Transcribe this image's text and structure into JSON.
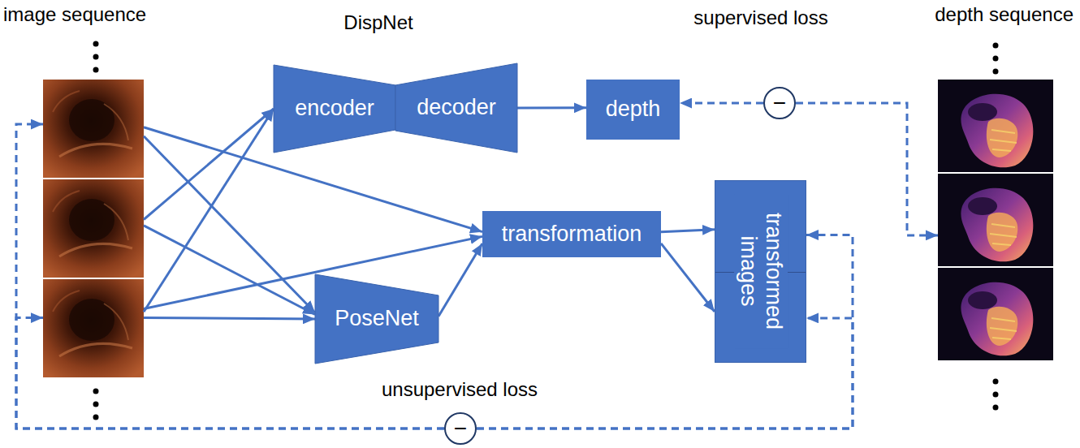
{
  "diagram": {
    "nodes": [
      {
        "text": [
          "image sequence"
        ]
      },
      {
        "text": [
          "encoder"
        ]
      },
      {
        "text": [
          "decoder"
        ]
      },
      {
        "text": [
          "depth"
        ]
      },
      {
        "text": [
          "−"
        ]
      },
      {
        "text": [
          "depth sequence"
        ]
      },
      {
        "text": [
          "PoseNet"
        ]
      },
      {
        "text": [
          "transformation"
        ]
      },
      {
        "text": [
          "transformed images"
        ]
      },
      {
        "text": [
          "−"
        ]
      }
    ],
    "edges": [
      {
        "from": 0,
        "to": 1,
        "arrow": "to"
      },
      {
        "from": 0,
        "to": 1,
        "arrow": "to"
      },
      {
        "from": 0,
        "to": 6,
        "arrow": "to"
      },
      {
        "from": 0,
        "to": 6,
        "arrow": "to"
      },
      {
        "from": 0,
        "to": 6,
        "arrow": "to"
      },
      {
        "from": 0,
        "to": 7,
        "arrow": "to"
      },
      {
        "from": 0,
        "to": 7,
        "arrow": "to"
      },
      {
        "from": 2,
        "to": 3,
        "arrow": "to"
      },
      {
        "from": 6,
        "to": 7,
        "arrow": "to"
      },
      {
        "from": 7,
        "to": 8,
        "arrow": "to"
      },
      {
        "from": 7,
        "to": 8,
        "arrow": "to"
      },
      {
        "from": 4,
        "to": 3,
        "arrow": "to"
      },
      {
        "from": 4,
        "to": 5,
        "arrow": "to"
      },
      {
        "from": 9,
        "to": 8,
        "arrow": "to"
      },
      {
        "from": 9,
        "to": 8,
        "arrow": "to"
      },
      {
        "from": 9,
        "to": 0,
        "arrow": "to"
      },
      {
        "from": 9,
        "to": 0,
        "arrow": "to"
      }
    ],
    "labels": [
      "DispNet",
      "supervised loss",
      "unsupervised loss"
    ]
  }
}
